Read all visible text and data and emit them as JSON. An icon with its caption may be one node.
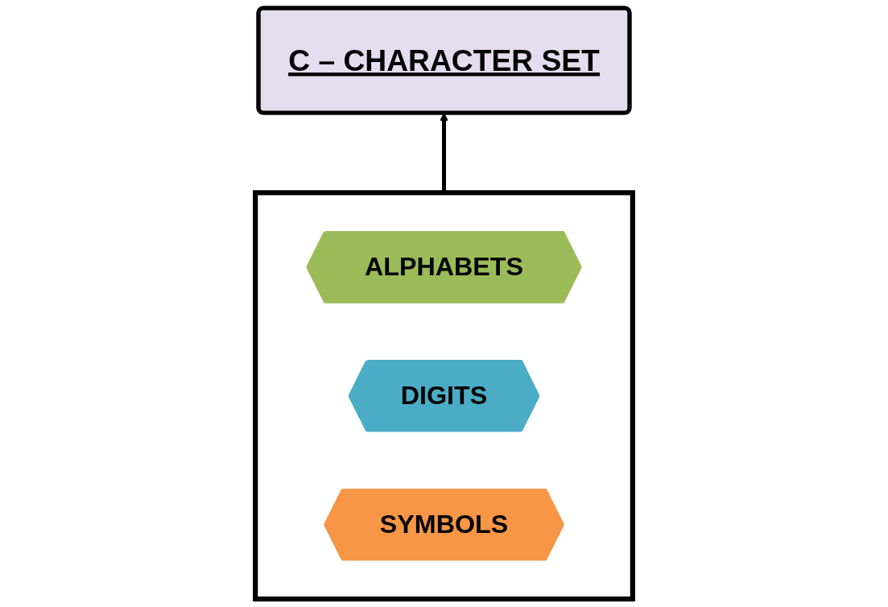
{
  "diagram": {
    "nodes": [
      {
        "text": [
          "C – CHARACTER SET"
        ]
      },
      {
        "text": [],
        "shape": "box"
      },
      {
        "text": [
          "ALPHABETS"
        ],
        "in": 1
      },
      {
        "text": [
          "DIGITS"
        ],
        "in": 1
      },
      {
        "text": [
          "SYMBOLS"
        ],
        "in": 1
      }
    ],
    "edges": [
      {
        "from": 1,
        "to": 0,
        "arrow": "to"
      }
    ]
  }
}
